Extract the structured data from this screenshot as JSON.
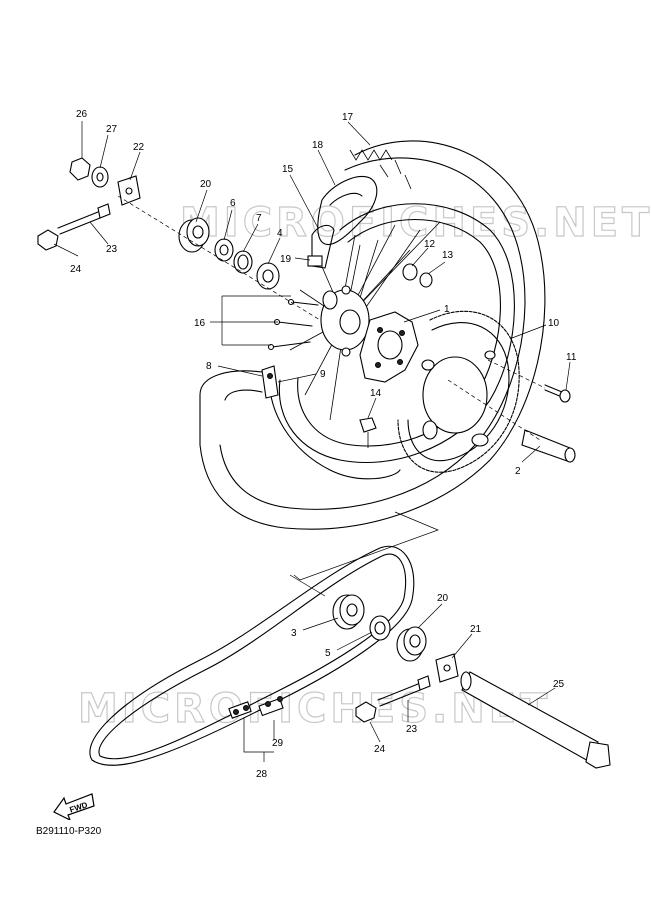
{
  "diagram": {
    "code": "B291110-P320",
    "fwd_label": "FWD",
    "watermarks": [
      "MICROFICHES.NET",
      "MICROFICHES.NET"
    ],
    "callouts": [
      "1",
      "2",
      "3",
      "4",
      "5",
      "6",
      "7",
      "8",
      "9",
      "10",
      "11",
      "12",
      "13",
      "14",
      "15",
      "16",
      "17",
      "18",
      "19",
      "20",
      "20",
      "21",
      "22",
      "23",
      "23",
      "24",
      "24",
      "25",
      "26",
      "27",
      "28",
      "29"
    ]
  }
}
